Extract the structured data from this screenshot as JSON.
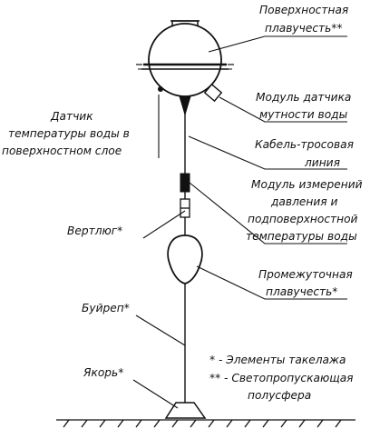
{
  "labels": {
    "surface_float": [
      "Поверхностная",
      "плавучесть**"
    ],
    "turbidity_module": [
      "Модуль датчика",
      "мутности воды"
    ],
    "surface_temp_sensor": [
      "Датчик",
      "температуры воды в",
      "поверхностном слое"
    ],
    "cable": [
      "Кабель-тросовая",
      "линия"
    ],
    "pressure_module": [
      "Модуль измерений",
      "давления и",
      "подповерхностной",
      "температуры воды"
    ],
    "swivel": [
      "Вертлюг*"
    ],
    "intermediate_float": [
      "Промежуточная",
      "плавучесть*"
    ],
    "buyrep": [
      "Буйреп*"
    ],
    "anchor": [
      "Якорь*"
    ]
  },
  "legend": {
    "line1": "* - Элементы такелажа",
    "line2": [
      "** - Светопропускающая",
      "полусфера"
    ]
  }
}
